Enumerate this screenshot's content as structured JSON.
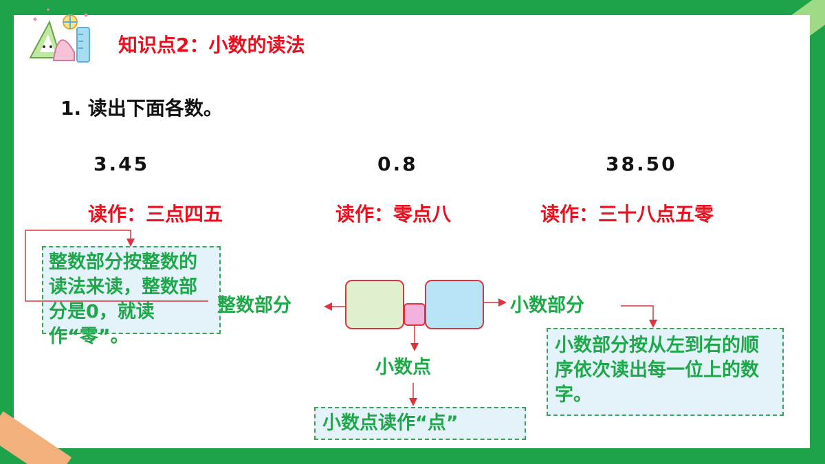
{
  "title": "知识点2：小数的读法",
  "question": "1. 读出下面各数。",
  "numbers": [
    {
      "value": "3.45",
      "reading": "读作：三点四五"
    },
    {
      "value": "0.8",
      "reading": "读作：零点八"
    },
    {
      "value": "38.50",
      "reading": "读作：三十八点五零"
    }
  ],
  "diagram": {
    "integer_label": "整数部分",
    "decimal_label": "小数部分",
    "point_label": "小数点"
  },
  "notes": {
    "integer": "整数部分按整数的读法来读，整数部分是0，就读作“零”。",
    "decimal": "小数部分按从左到右的顺序依次读出每一位上的数字。",
    "point": "小数点读作“点”"
  },
  "colors": {
    "frame": "#1fa34a",
    "title": "#e8101e",
    "green_text": "#1ea84a",
    "note_bg": "#e4f2fa",
    "arrow": "#e0323c"
  }
}
